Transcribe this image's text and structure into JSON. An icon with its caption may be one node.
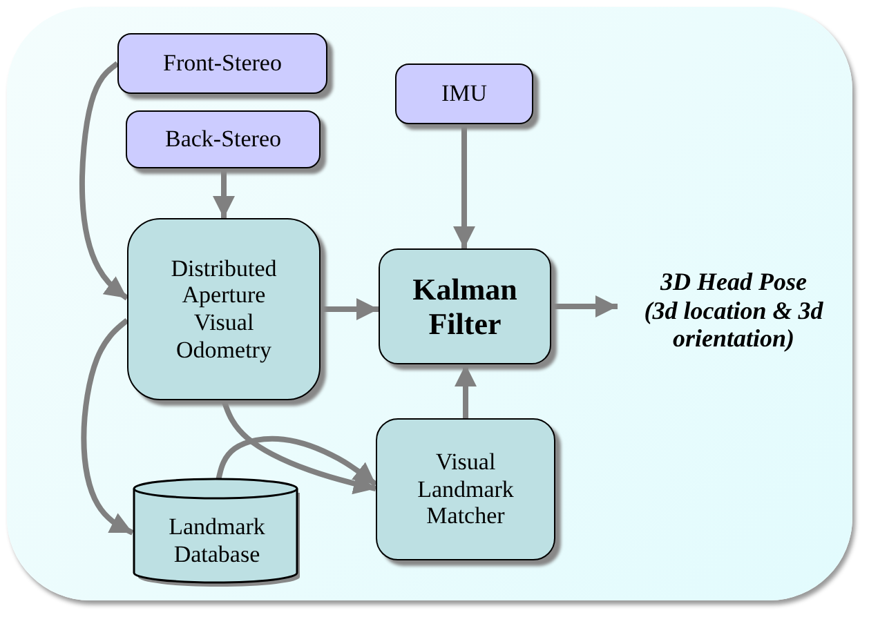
{
  "diagram": {
    "nodes": [
      {
        "text": [
          "Front-Stereo"
        ]
      },
      {
        "text": [
          "Back-Stereo"
        ]
      },
      {
        "text": [
          "IMU"
        ]
      },
      {
        "text": [
          "Distributed Aperture Visual Odometry"
        ]
      },
      {
        "text": [
          "Kalman Filter"
        ]
      },
      {
        "text": [
          "3D Head Pose (3d location & 3d orientation)"
        ]
      },
      {
        "text": [
          "Visual Landmark Matcher"
        ]
      },
      {
        "text": [
          "Landmark Database"
        ]
      }
    ],
    "edges": [
      {
        "from": 0,
        "to": 3,
        "arrow": "to"
      },
      {
        "from": 1,
        "to": 3,
        "arrow": "to"
      },
      {
        "from": 2,
        "to": 4,
        "arrow": "to"
      },
      {
        "from": 3,
        "to": 4,
        "arrow": "to"
      },
      {
        "from": 4,
        "to": 5,
        "arrow": "to"
      },
      {
        "from": 3,
        "to": 7,
        "arrow": "to"
      },
      {
        "from": 3,
        "to": 6,
        "arrow": "to"
      },
      {
        "from": 7,
        "to": 6,
        "arrow": "to"
      },
      {
        "from": 6,
        "to": 4,
        "arrow": "to"
      }
    ]
  }
}
